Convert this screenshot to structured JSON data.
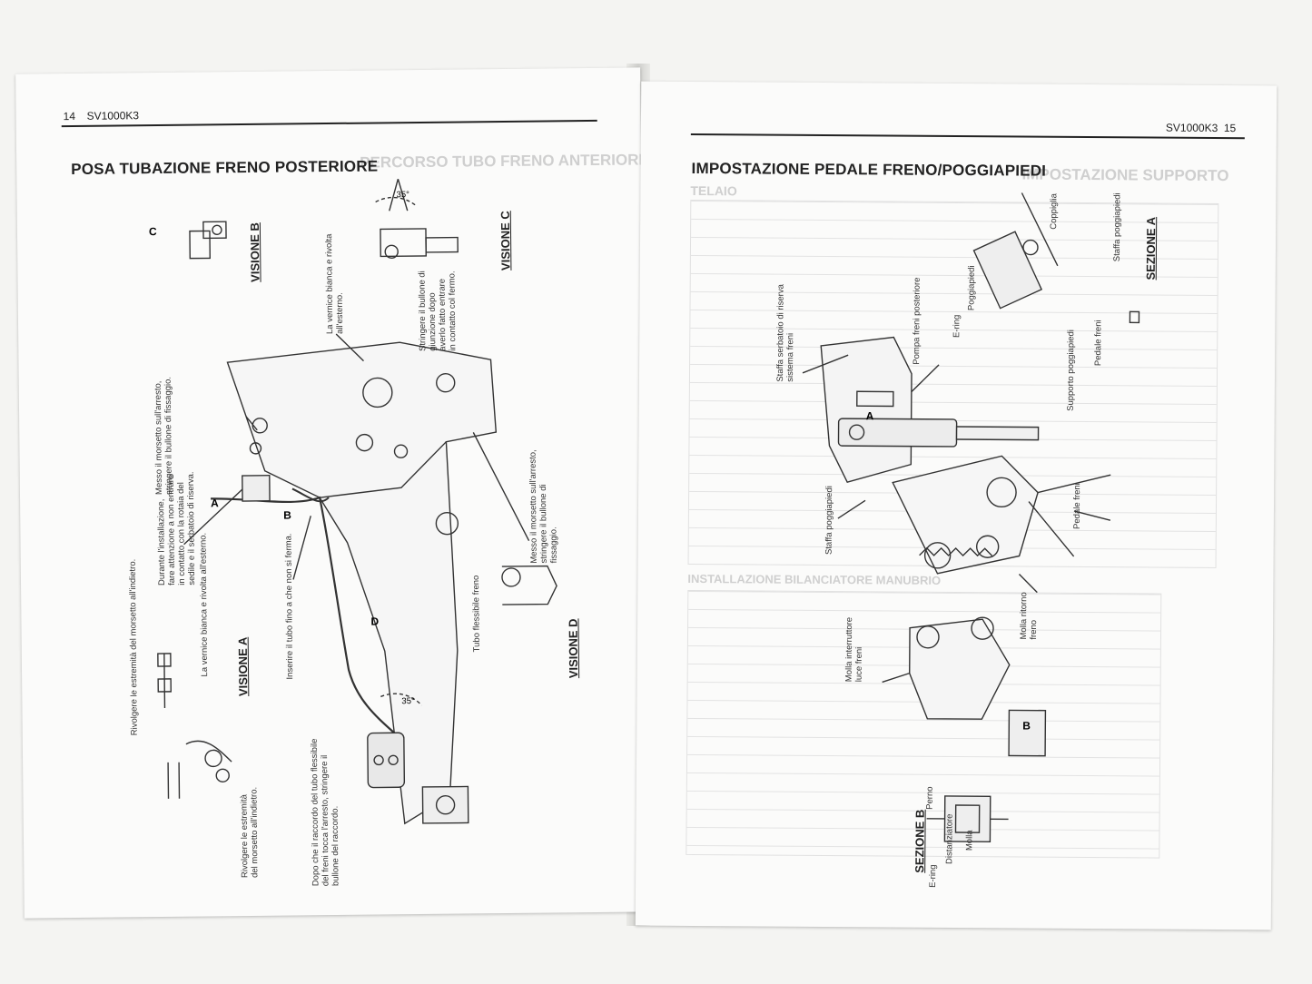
{
  "left_page": {
    "page_number": "14",
    "model": "SV1000K3",
    "title": "POSA TUBAZIONE FRENO POSTERIORE",
    "ghost_title": "PERCORSO TUBO FRENO ANTERIORE",
    "views": {
      "a": "VISIONE A",
      "b": "VISIONE B",
      "c": "VISIONE C",
      "d": "VISIONE D"
    },
    "letters": {
      "a": "A",
      "b": "B",
      "c": "C",
      "d": "D"
    },
    "angle_top": "35°",
    "angle_bottom": "35°",
    "notes": {
      "rivolgere_1": "Rivolgere le estremità del morsetto all'indietro.",
      "vernice_1": "La vernice bianca e rivolta all'esterno.",
      "durante": "Durante l'installazione,\nfare attenzione a non entrare\nin contatto con la rotaia del\nsedile e il serbatoio di riserva.",
      "messo_1": "Messo il morsetto sull'arresto,\nstringere il bullone di fissaggio.",
      "vernice_2": "La vernice bianca e rivolta\nall'esterno.",
      "stringere": "Stringere il bullone di\ngiunzione dopo\naverlo fatto entrare\nin contatto col fermo.",
      "messo_2": "Messo il morsetto sull'arresto,\nstringere il bullone di fissaggio.",
      "tubo_flessibile": "Tubo flessibile freno",
      "inserire": "Inserire il tubo fino a che non si ferma.",
      "rivolgere_2": "Rivolgere le estremità\ndel morsetto all'indietro.",
      "dopo": "Dopo che il raccordo del tubo flessibile\ndel freni tocca l'arresto, stringere il\nbullone del raccordo."
    }
  },
  "right_page": {
    "page_number": "15",
    "model": "SV1000K3",
    "title": "IMPOSTAZIONE PEDALE FRENO/POGGIAPIEDI",
    "ghost_title": "IMPOSTAZIONE SUPPORTO",
    "ghost_subtitle": "TELAIO",
    "ghost_section": "INSTALLAZIONE BILANCIATORE MANUBRIO",
    "sections": {
      "a": "SEZIONE A",
      "b": "SEZIONE B"
    },
    "letters": {
      "a": "A",
      "b": "B"
    },
    "labels": {
      "coppiglia": "Coppiglia",
      "staffa_poggiapiedi_a": "Staffa poggiapiedi",
      "poggiapiedi": "Poggiapiedi",
      "e_ring_a": "E-ring",
      "supporto_poggiapiedi": "Supporto poggiapiedi",
      "pedale_freni_a": "Pedale freni",
      "staffa_serbatoio": "Staffa serbatoio di riserva\nsistema freni",
      "pompa_freni": "Pompa freni posteriore",
      "staffa_poggiapiedi": "Staffa poggiapiedi",
      "pedale_freni": "Pedale freni",
      "molla_ritorno": "Molla ritorno\nfreno",
      "molla_interruttore": "Molla interruttore\nluce freni",
      "perno": "Perno",
      "molla": "Molla",
      "distanziatore": "Distanziatore",
      "e_ring_b": "E-ring"
    }
  }
}
